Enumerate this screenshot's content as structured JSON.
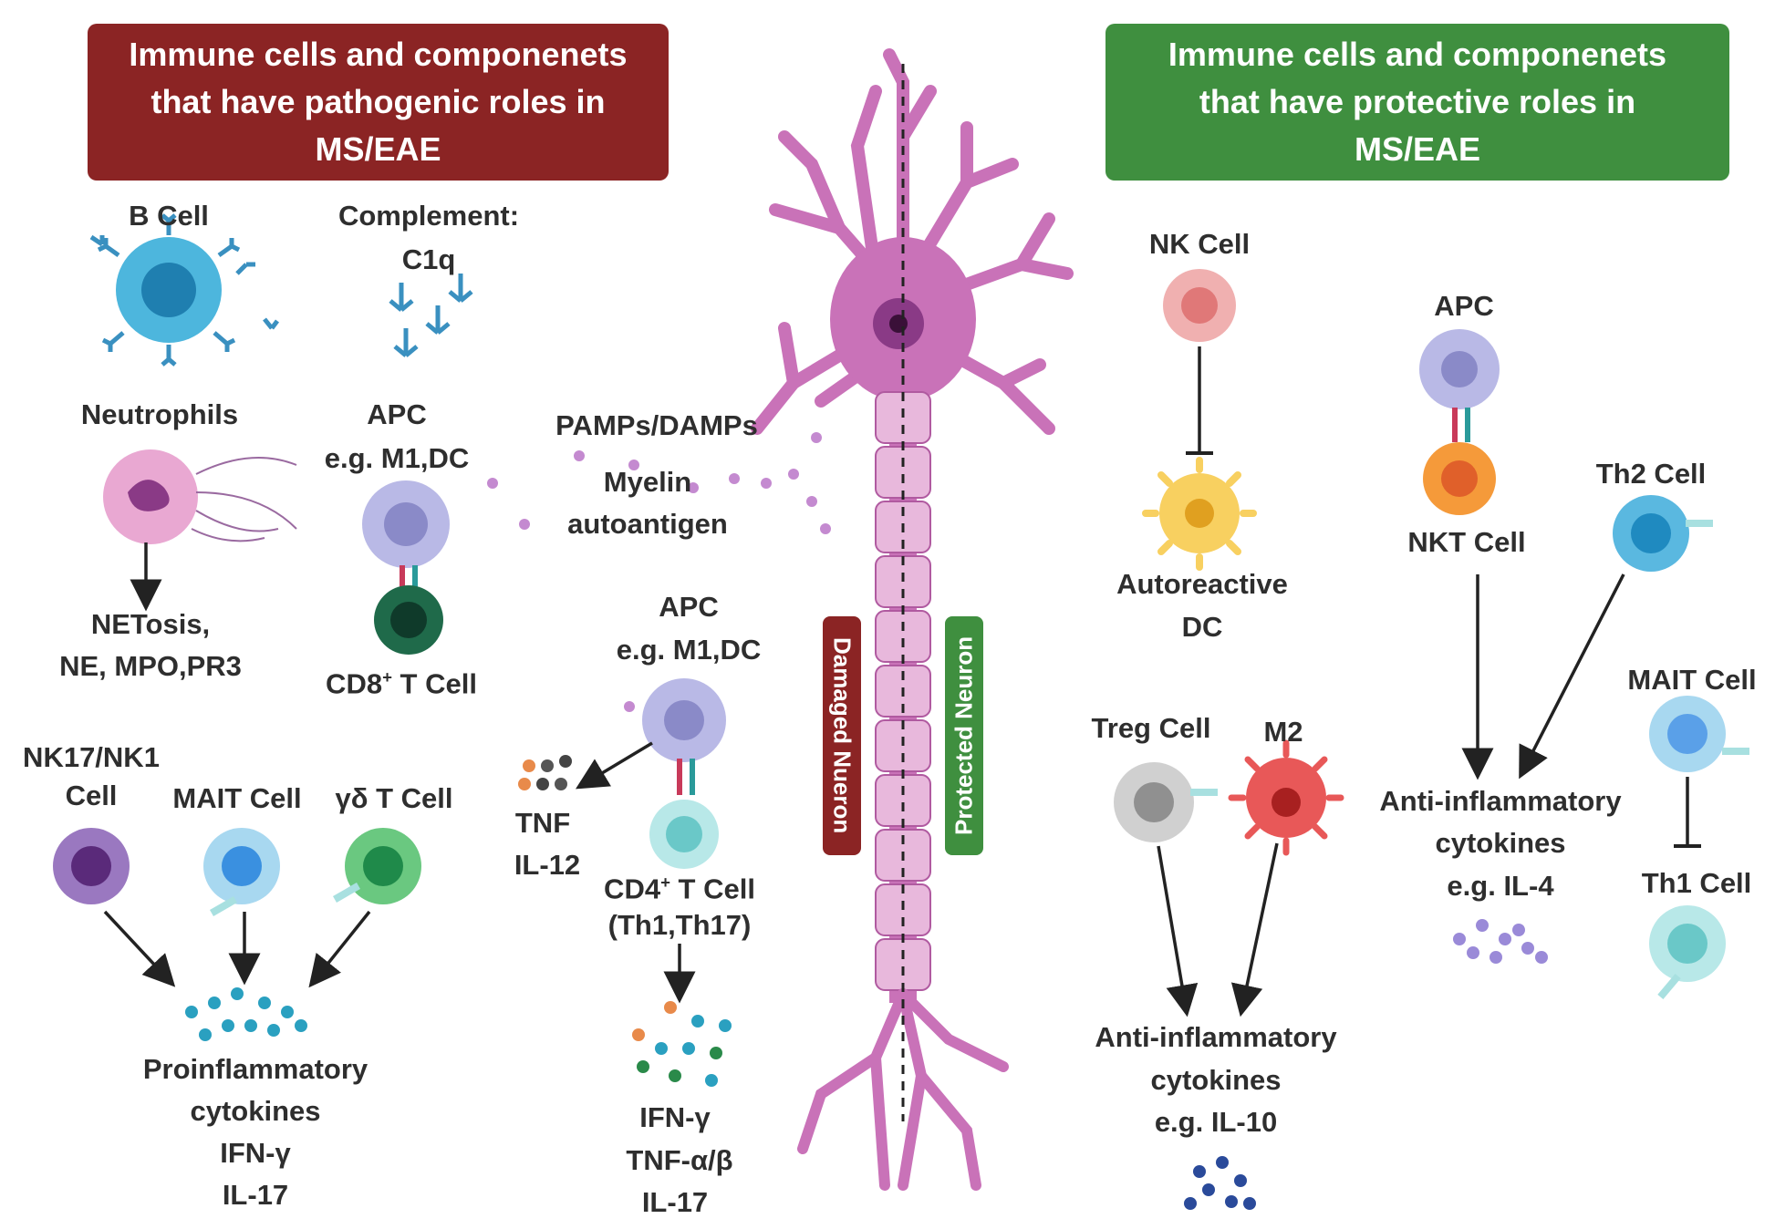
{
  "headers": {
    "left_lines": [
      "Immune cells and componenets",
      "that have pathogenic roles in",
      "MS/EAE"
    ],
    "right_lines": [
      "Immune cells and componenets",
      "that have protective roles in",
      "MS/EAE"
    ]
  },
  "badges": {
    "damaged": "Damaged Nueron",
    "protected": "Protected Neuron"
  },
  "pathogenic": {
    "b_cell": "B Cell",
    "complement_1": "Complement:",
    "complement_2": "C1q",
    "neutrophils": "Neutrophils",
    "netosis_1": "NETosis,",
    "netosis_2": "NE, MPO,PR3",
    "apc_1": "APC",
    "apc_2": "e.g. M1,DC",
    "cd8_main": "CD8",
    "cd8_sup": "+",
    "cd8_rest": " T Cell",
    "pamps": "PAMPs/DAMPs",
    "myelin_1": "Myelin",
    "myelin_2": "autoantigen",
    "nk17_1": "NK17/NK1",
    "nk17_2": "Cell",
    "mait": "MAIT Cell",
    "gd": "γδ T Cell",
    "proinf_1": "Proinflammatory",
    "proinf_2": "cytokines",
    "proinf_3": "IFN-γ",
    "proinf_4": "IL-17",
    "apc2_1": "APC",
    "apc2_2": "e.g. M1,DC",
    "tnf_1": "TNF",
    "tnf_2": "IL-12",
    "cd4_main": "CD4",
    "cd4_sup": "+",
    "cd4_rest": " T Cell",
    "cd4_2": "(Th1,Th17)",
    "ifn_1": "IFN-γ",
    "ifn_2": "TNF-α/β",
    "ifn_3": "IL-17"
  },
  "protective": {
    "nk": "NK Cell",
    "auto_1": "Autoreactive",
    "auto_2": "DC",
    "apc": "APC",
    "nkt": "NKT Cell",
    "th2": "Th2 Cell",
    "mait": "MAIT Cell",
    "th1": "Th1 Cell",
    "antiinf4_1": "Anti-inflammatory",
    "antiinf4_2": "cytokines",
    "antiinf4_3": "e.g. IL-4",
    "treg": "Treg Cell",
    "m2": "M2",
    "antiinf10_1": "Anti-inflammatory",
    "antiinf10_2": "cytokines",
    "antiinf10_3": "e.g. IL-10"
  },
  "colors": {
    "pathogenic_header": "#8b2424",
    "protective_header": "#3f8f3f",
    "neuron": "#c972b8"
  }
}
